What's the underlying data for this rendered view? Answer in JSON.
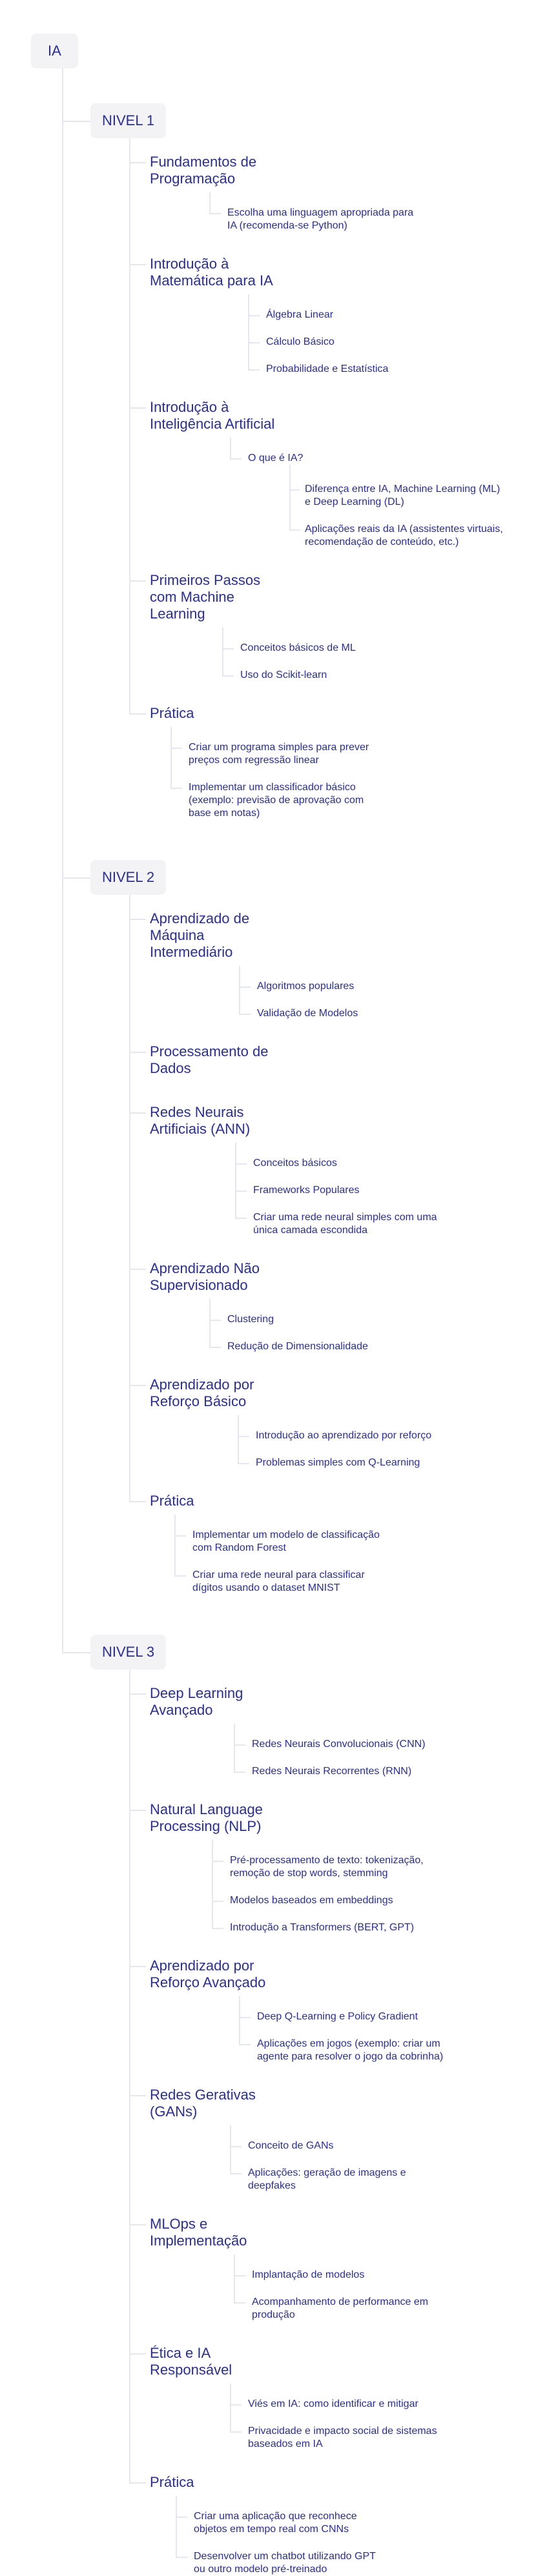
{
  "root": "IA",
  "levels": [
    {
      "label": "NIVEL 1",
      "topics": [
        {
          "label": "Fundamentos de Programação",
          "items": [
            {
              "label": "Escolha uma linguagem apropriada para IA (recomenda-se Python)"
            }
          ]
        },
        {
          "label": "Introdução à Matemática para IA",
          "items": [
            {
              "label": "Álgebra Linear"
            },
            {
              "label": "Cálculo Básico"
            },
            {
              "label": "Probabilidade e Estatística"
            }
          ]
        },
        {
          "label": "Introdução à Inteligência Artificial",
          "items": [
            {
              "label": "O que é IA?",
              "children": [
                {
                  "label": "Diferença entre IA, Machine Learning (ML) e Deep Learning (DL)"
                },
                {
                  "label": "Aplicações reais da IA (assistentes virtuais, recomendação de conteúdo, etc.)"
                }
              ]
            }
          ]
        },
        {
          "label": "Primeiros Passos com Machine Learning",
          "items": [
            {
              "label": "Conceitos básicos de ML"
            },
            {
              "label": "Uso do Scikit-learn"
            }
          ]
        },
        {
          "label": "Prática",
          "items": [
            {
              "label": "Criar um programa simples para prever preços com regressão linear"
            },
            {
              "label": "Implementar um classificador básico (exemplo: previsão de aprovação com base em notas)"
            }
          ]
        }
      ]
    },
    {
      "label": "NIVEL 2",
      "topics": [
        {
          "label": "Aprendizado de Máquina Intermediário",
          "items": [
            {
              "label": "Algoritmos populares"
            },
            {
              "label": "Validação de Modelos"
            }
          ]
        },
        {
          "label": "Processamento de Dados",
          "items": []
        },
        {
          "label": "Redes Neurais Artificiais (ANN)",
          "items": [
            {
              "label": "Conceitos básicos"
            },
            {
              "label": "Frameworks Populares"
            },
            {
              "label": "Criar uma rede neural simples com uma única camada escondida"
            }
          ]
        },
        {
          "label": "Aprendizado Não Supervisionado",
          "items": [
            {
              "label": "Clustering"
            },
            {
              "label": "Redução de Dimensionalidade"
            }
          ]
        },
        {
          "label": "Aprendizado por Reforço Básico",
          "items": [
            {
              "label": "Introdução ao aprendizado por reforço"
            },
            {
              "label": "Problemas simples com Q-Learning"
            }
          ]
        },
        {
          "label": "Prática",
          "items": [
            {
              "label": "Implementar um modelo de classificação com Random Forest"
            },
            {
              "label": "Criar uma rede neural para classificar dígitos usando o dataset MNIST"
            }
          ]
        }
      ]
    },
    {
      "label": "NIVEL 3",
      "topics": [
        {
          "label": "Deep Learning Avançado",
          "items": [
            {
              "label": "Redes Neurais Convolucionais (CNN)"
            },
            {
              "label": "Redes Neurais Recorrentes (RNN)"
            }
          ]
        },
        {
          "label": "Natural Language Processing (NLP)",
          "items": [
            {
              "label": "Pré-processamento de texto: tokenização, remoção de stop words, stemming"
            },
            {
              "label": "Modelos baseados em embeddings"
            },
            {
              "label": "Introdução a Transformers (BERT, GPT)"
            }
          ]
        },
        {
          "label": "Aprendizado por Reforço Avançado",
          "items": [
            {
              "label": "Deep Q-Learning e Policy Gradient"
            },
            {
              "label": "Aplicações em jogos (exemplo: criar um agente para resolver o jogo da cobrinha)"
            }
          ]
        },
        {
          "label": "Redes Gerativas (GANs)",
          "items": [
            {
              "label": "Conceito de GANs"
            },
            {
              "label": "Aplicações: geração de imagens e deepfakes"
            }
          ]
        },
        {
          "label": "MLOps e Implementação",
          "items": [
            {
              "label": "Implantação de modelos"
            },
            {
              "label": "Acompanhamento de performance em produção"
            }
          ]
        },
        {
          "label": "Ética e IA Responsável",
          "items": [
            {
              "label": "Viés em IA: como identificar e mitigar"
            },
            {
              "label": "Privacidade e impacto social de sistemas baseados em IA"
            }
          ]
        },
        {
          "label": "Prática",
          "items": [
            {
              "label": "Criar uma aplicação que reconhece objetos em tempo real com CNNs"
            },
            {
              "label": "Desenvolver um chatbot utilizando GPT ou outro modelo pré-treinado"
            }
          ]
        }
      ]
    }
  ]
}
